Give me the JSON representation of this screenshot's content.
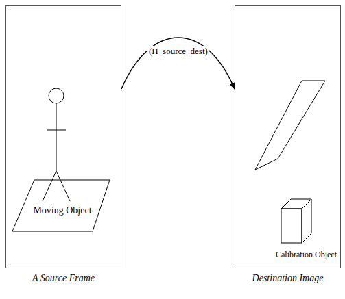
{
  "diagram": {
    "nodes": [
      {
        "text": [
          "A Source Frame"
        ]
      },
      {
        "text": [
          "Moving Object"
        ],
        "in": 0
      },
      {
        "text": [
          "Destination Image"
        ]
      },
      {
        "text": [
          "Calibration Object"
        ],
        "in": 2
      }
    ],
    "edges": [
      {
        "from": 0,
        "to": 2,
        "label": "(H_source_dest)",
        "arrow": "to"
      }
    ]
  }
}
